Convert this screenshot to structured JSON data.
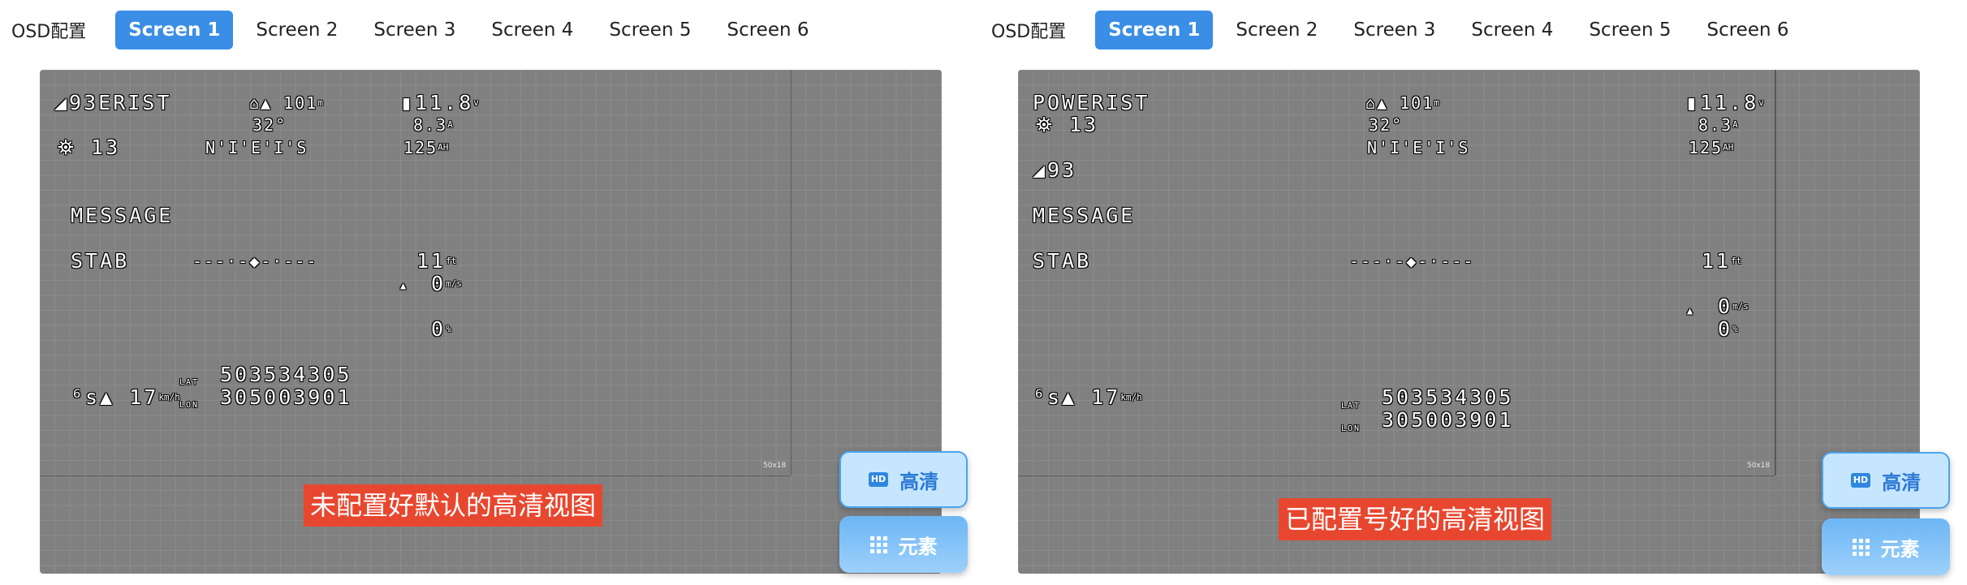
{
  "left": {
    "tabs": {
      "title": "OSD配置",
      "items": [
        "Screen 1",
        "Screen 2",
        "Screen 3",
        "Screen 4",
        "Screen 5",
        "Screen 6"
      ]
    },
    "osd": {
      "craft_name": "◢93ERIST",
      "home_dist": "⌂▲ 101",
      "home_dist_unit": "m",
      "home_dir": "32°",
      "battery": "▮11.8",
      "battery_unit": "v",
      "current": "8.3",
      "current_unit": "A",
      "mah": "125",
      "mah_unit": "AH",
      "sats": "⛯ 13",
      "compass": "N'I'E'I'S",
      "message": "MESSAGE",
      "flight_mode": "STAB",
      "horizon": "---·-◆-·---",
      "altitude": "11",
      "altitude_unit": "ft",
      "vario_arrow": "▲",
      "vario": "0",
      "vario_unit": "m/s",
      "throttle": "0",
      "throttle_unit": "%",
      "gps_speed": "⁶s▲ 17",
      "gps_speed_unit": "km/h",
      "lat_label": "LAT",
      "lat": "503534305",
      "lon_label": "LON",
      "lon": "305003901",
      "res_label": "50x18"
    },
    "caption": "未配置好默认的高清视图",
    "buttons": {
      "hd": "高清",
      "hd_badge": "HD",
      "elements": "元素"
    }
  },
  "right": {
    "tabs": {
      "title": "OSD配置",
      "items": [
        "Screen 1",
        "Screen 2",
        "Screen 3",
        "Screen 4",
        "Screen 5",
        "Screen 6"
      ]
    },
    "osd": {
      "craft_name": "POWERIST",
      "home_dist": "⌂▲ 101",
      "home_dist_unit": "m",
      "home_dir": "32°",
      "battery": "▮11.8",
      "battery_unit": "v",
      "current": "8.3",
      "current_unit": "A",
      "mah": "125",
      "mah_unit": "AH",
      "sats": "⛯ 13",
      "compass": "N'I'E'I'S",
      "rssi": "◢93",
      "message": "MESSAGE",
      "flight_mode": "STAB",
      "horizon": "---·-◆-·---",
      "altitude": "11",
      "altitude_unit": "ft",
      "vario_arrow": "▲",
      "vario": "0",
      "vario_unit": "m/s",
      "throttle": "0",
      "throttle_unit": "%",
      "gps_speed": "⁶s▲ 17",
      "gps_speed_unit": "km/h",
      "lat_label": "LAT",
      "lat": "503534305",
      "lon_label": "LON",
      "lon": "305003901",
      "res_label": "50x18"
    },
    "caption": "已配置号好的高清视图",
    "buttons": {
      "hd": "高清",
      "hd_badge": "HD",
      "elements": "元素"
    }
  },
  "colors": {
    "accent": "#3a8ee6",
    "caption_bg": "#e8472f",
    "osd_bg": "#808080"
  }
}
